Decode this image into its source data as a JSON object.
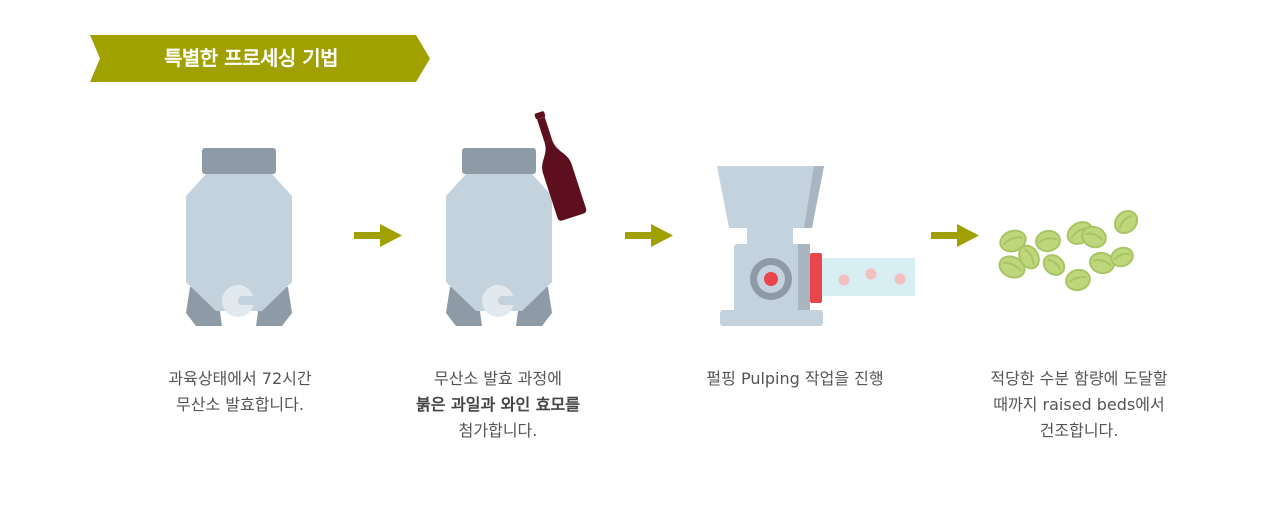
{
  "header": {
    "title": "특별한 프로세싱 기법",
    "color": "#a0a000"
  },
  "steps": [
    {
      "icon": "fermentation-tank-icon",
      "lines": [
        "과육상태에서 72시간",
        "무산소 발효합니다."
      ]
    },
    {
      "icon": "fermentation-tank-with-wine-bottle-icon",
      "lines": [
        "무산소 발효 과정에",
        "붉은 과일과 와인 효모를",
        "첨가합니다."
      ]
    },
    {
      "icon": "pulping-machine-icon",
      "lines": [
        "펄핑 Pulping 작업을 진행"
      ]
    },
    {
      "icon": "green-coffee-beans-icon",
      "lines": [
        "적당한 수분 함량에 도달할",
        "때까지 raised beds에서",
        "건조합니다."
      ]
    }
  ],
  "colors": {
    "arrow": "#a0a000",
    "tank_body": "#c3d2dc",
    "tank_dark": "#8e9ba7",
    "wine_bottle": "#5e0f1e",
    "machine_accent": "#e8454c",
    "bean": "#bdd77a"
  }
}
